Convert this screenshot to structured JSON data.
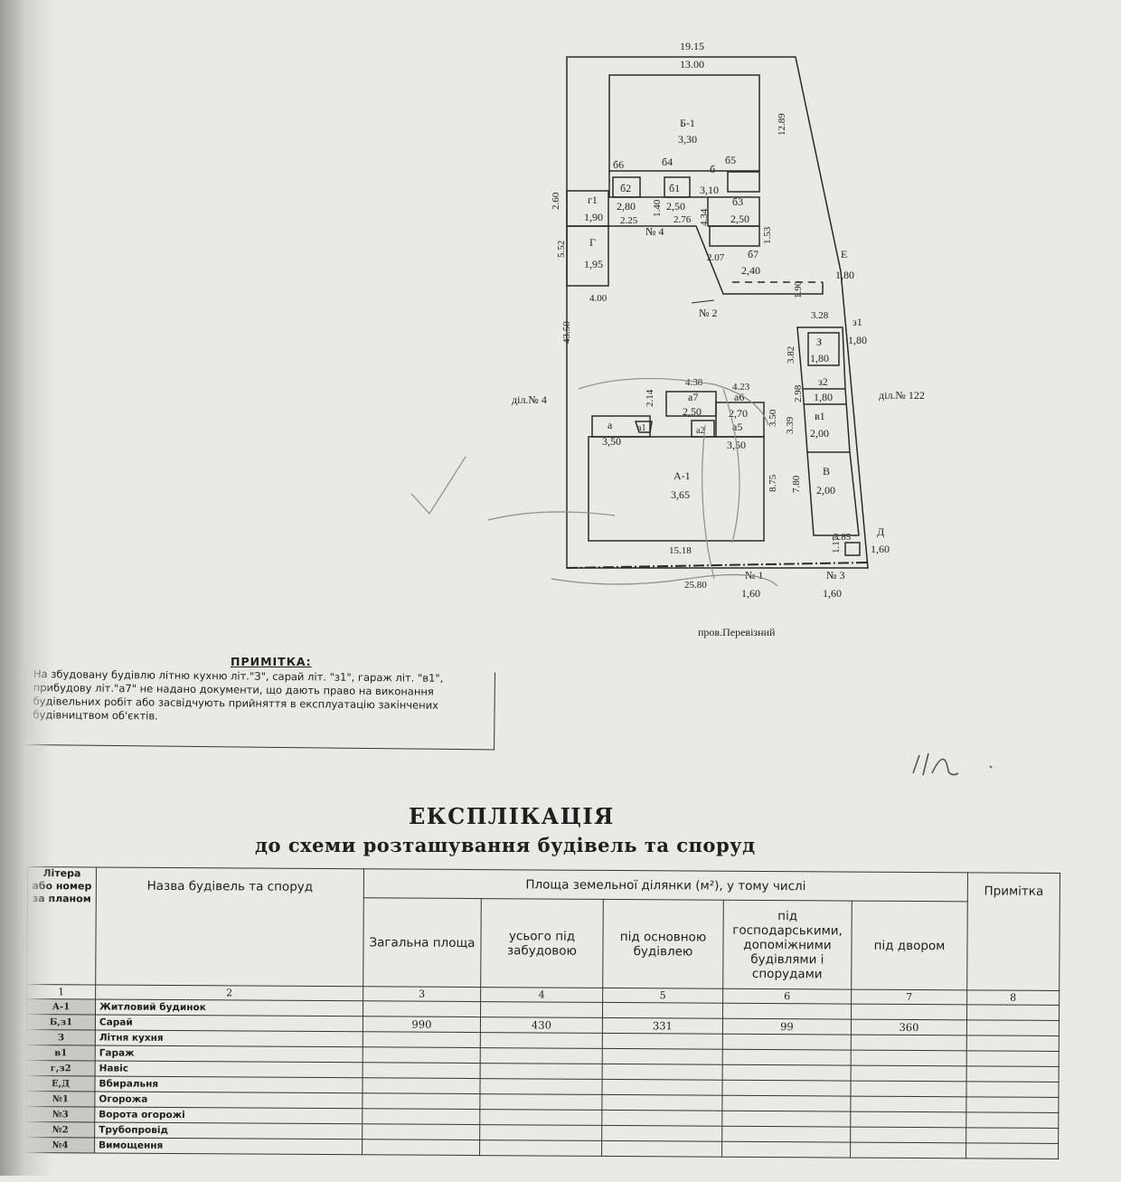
{
  "plan": {
    "dims": {
      "top_total": "19.15",
      "top_inner": "13.00",
      "right_top": "12.89",
      "left_total": "43.50",
      "left_upper": "5.52",
      "left_g1": "2.60",
      "g_width": "4.00",
      "bottom_total": "25.80",
      "bottom_inner": "15.18",
      "d_b1_a": "2.25",
      "d_b1_b": "1.40",
      "d_b1_c": "2.76",
      "d_b_v": "4.34",
      "d_b3": "1.53",
      "d_b7": "2.07",
      "d_e": "1.90",
      "z_w": "3.28",
      "z_h": "3.82",
      "z2_h": "2.98",
      "v1_h": "3.39",
      "v_h": "7.80",
      "d_w": "3.85",
      "d_h": "1.17",
      "a7_w": "4.38",
      "a6_w": "4.23",
      "a7_h": "2.14",
      "a6_h": "3.50",
      "a_h": "8.75"
    },
    "labels": {
      "b_main": "Б-1",
      "b_main_h": "3,30",
      "b6": "б6",
      "b4": "б4",
      "b": "б",
      "b_h": "3,10",
      "b5": "б5",
      "b2": "б2",
      "b2_h": "2,80",
      "b1": "б1",
      "b1_h": "2,50",
      "b3": "б3",
      "b3_h": "2,50",
      "b7": "б7",
      "b7_h": "2,40",
      "g1": "г1",
      "g1_h": "1,90",
      "g": "Г",
      "g_h": "1,95",
      "e": "Е",
      "e_h": "1,80",
      "no4": "№ 4",
      "no2": "№ 2",
      "z1": "з1",
      "z1_h": "1,80",
      "z": "З",
      "z_h": "1,80",
      "z2": "з2",
      "z2_h": "1,80",
      "v1": "в1",
      "v1_h": "2,00",
      "v": "В",
      "v_h": "2,00",
      "d": "Д",
      "d_h": "1,60",
      "a7": "а7",
      "a7_h": "2,50",
      "a6": "а6",
      "a6_h": "2,70",
      "a5": "а5",
      "a5_h": "3,50",
      "a": "а",
      "a_h": "3,50",
      "a1": "а1",
      "a2": "а2",
      "a_main": "А-1",
      "a_main_h": "3,65",
      "no1": "№ 1",
      "no1_h": "1,60",
      "no3": "№ 3",
      "no3_h": "1,60",
      "plot_left": "діл.№ 4",
      "plot_right": "діл.№ 122",
      "street": "пров.Перевізний"
    }
  },
  "note": {
    "title": "ПРИМІТКА:",
    "text": "На збудовану будівлю літню кухню літ.\"З\",  сарай  літ. \"з1\", гараж літ. \"в1\", прибудову літ.\"а7\" не надано документи, що дають право на виконання будівельних робіт або засвідчують прийняття в експлуатацію закінчених будівництвом об'єктів."
  },
  "explication": {
    "title": "ЕКСПЛІКАЦІЯ",
    "subtitle": "до схеми  розташування будівель та споруд",
    "headers": {
      "col1": "Літера або номер за планом",
      "col2": "Назва будівель та споруд",
      "area_group": "Площа земельної ділянки (м²), у тому числі",
      "col3": "Загальна площа",
      "col4": "усього під забудовою",
      "col5": "під основною будівлею",
      "col6": "під господарськими, допоміжними будівлями і спорудами",
      "col7": "під двором",
      "col8": "Примітка"
    },
    "col_numbers": [
      "1",
      "2",
      "3",
      "4",
      "5",
      "6",
      "7",
      "8"
    ],
    "rows": [
      {
        "lit": "А-1",
        "name": "Житловий будинок"
      },
      {
        "lit": "Б,з1",
        "name": "Сарай",
        "v3": "990",
        "v4": "430",
        "v5": "331",
        "v6": "99",
        "v7": "360"
      },
      {
        "lit": "З",
        "name": "Літня кухня"
      },
      {
        "lit": "в1",
        "name": "Гараж"
      },
      {
        "lit": "г,з2",
        "name": "Навіс"
      },
      {
        "lit": "Е,Д",
        "name": "Вбиральня"
      },
      {
        "lit": "№1",
        "name": "Огорожа"
      },
      {
        "lit": "№3",
        "name": "Ворота огорожі"
      },
      {
        "lit": "№2",
        "name": "Трубопровід"
      },
      {
        "lit": "№4",
        "name": "Вимощення"
      }
    ]
  }
}
